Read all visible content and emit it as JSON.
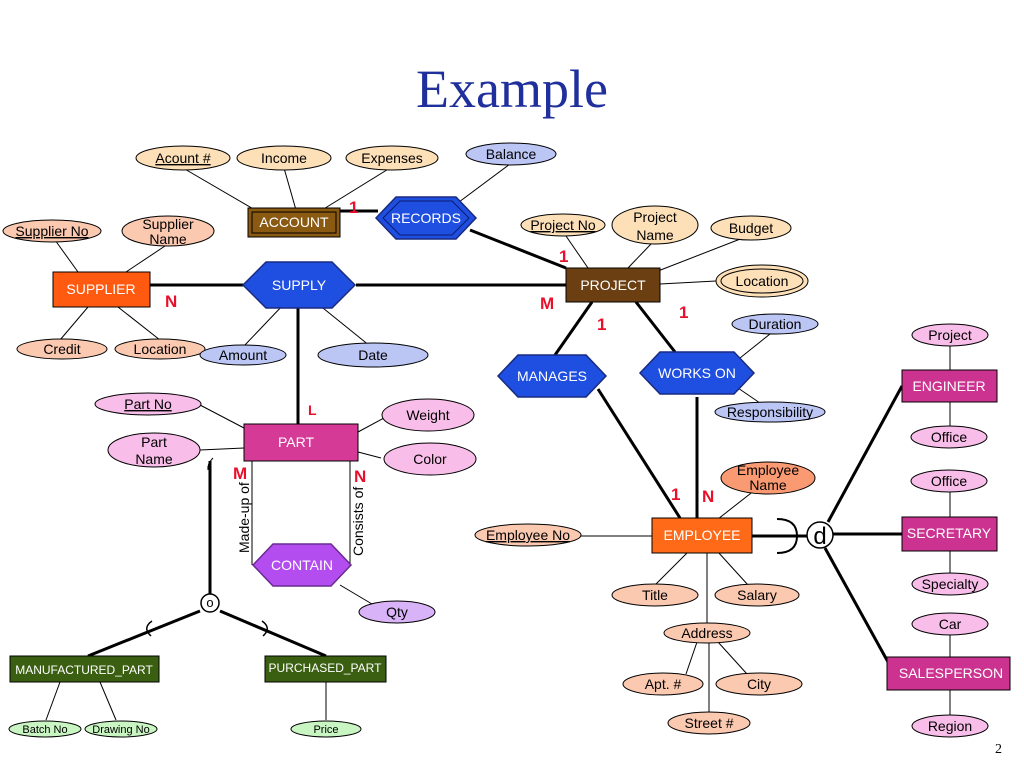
{
  "title": "Example",
  "page_number": "2",
  "colors": {
    "title": "#1f2f9c",
    "cardinality": "#e8102a",
    "relationship": "#1f4fe0",
    "relationship_contain": "#b44df0",
    "entity_account": "#8b5a12",
    "entity_project": "#6b3f12",
    "entity_supplier": "#ff5a10",
    "entity_employee": "#ff6a18",
    "entity_part": "#d63a97",
    "entity_subclass_employee": "#cc3390",
    "entity_subclass_part": "#3a5f10",
    "attr_peach": "#fde0b8",
    "attr_salmon": "#fbc8b0",
    "attr_blue": "#bcc6f5",
    "attr_pink": "#f8bde8",
    "attr_green": "#c9f5c2"
  },
  "entities": {
    "account": "ACCOUNT",
    "supplier": "SUPPLIER",
    "project": "PROJECT",
    "part": "PART",
    "employee": "EMPLOYEE",
    "engineer": "ENGINEER",
    "secretary": "SECRETARY",
    "salesperson": "SALESPERSON",
    "manufactured_part": "MANUFACTURED_PART",
    "purchased_part": "PURCHASED_PART"
  },
  "relationships": {
    "records": "RECORDS",
    "supply": "SUPPLY",
    "manages": "MANAGES",
    "works_on": "WORKS ON",
    "contain": "CONTAIN"
  },
  "attributes": {
    "account_no": "Acount #",
    "income": "Income",
    "expenses": "Expenses",
    "balance": "Balance",
    "supplier_no": "Supplier No",
    "supplier_name": [
      "Supplier",
      "Name"
    ],
    "credit": "Credit",
    "supplier_location": "Location",
    "amount": "Amount",
    "date": "Date",
    "project_no": "Project No",
    "project_name": [
      "Project",
      "Name"
    ],
    "budget": "Budget",
    "project_location": "Location",
    "duration": "Duration",
    "responsibility": "Responsibility",
    "part_no": "Part No",
    "part_name": [
      "Part",
      "Name"
    ],
    "weight": "Weight",
    "color": "Color",
    "qty": "Qty",
    "employee_no": "Employee No",
    "employee_name": [
      "Employee",
      "Name"
    ],
    "title": "Title",
    "salary": "Salary",
    "address": "Address",
    "apt_no": "Apt. #",
    "city": "City",
    "street_no": "Street #",
    "engineer_project": "Project",
    "engineer_office": "Office",
    "secretary_office": "Office",
    "specialty": "Specialty",
    "car": "Car",
    "region": "Region",
    "batch_no": "Batch No",
    "drawing_no": "Drawing No",
    "price": "Price"
  },
  "cardinalities": {
    "records_account": "1",
    "records_project": "1",
    "supply_supplier": "N",
    "supply_project": "M",
    "supply_part": "L",
    "manages_project": "1",
    "manages_employee": "1",
    "works_on_project": "1",
    "works_on_employee": "N",
    "contain_made_up": "M",
    "contain_consists": "N"
  },
  "role_labels": {
    "made_up_of": "Made-up of",
    "consists_of": "Consists of"
  },
  "specialization": {
    "employee_disjoint": "d",
    "part_overlap": "o"
  }
}
